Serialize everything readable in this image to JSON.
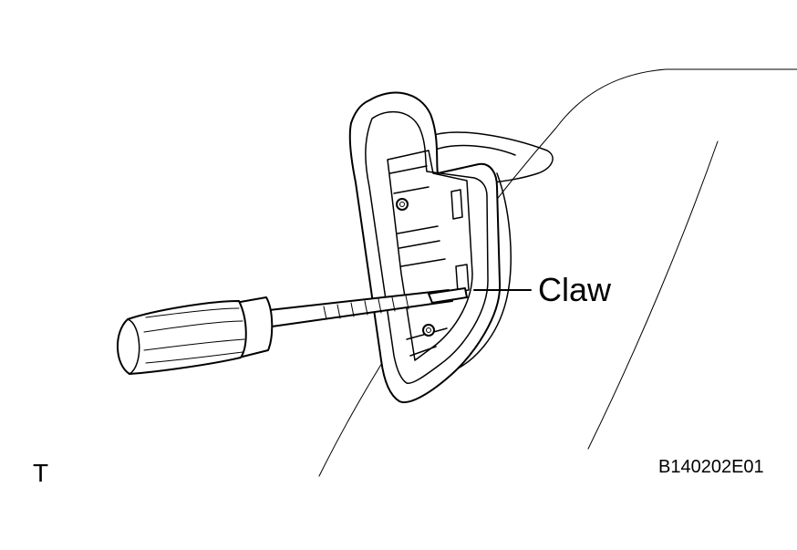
{
  "diagram": {
    "callout_label": "Claw",
    "corner_marker": "T",
    "figure_code": "B140202E01"
  }
}
